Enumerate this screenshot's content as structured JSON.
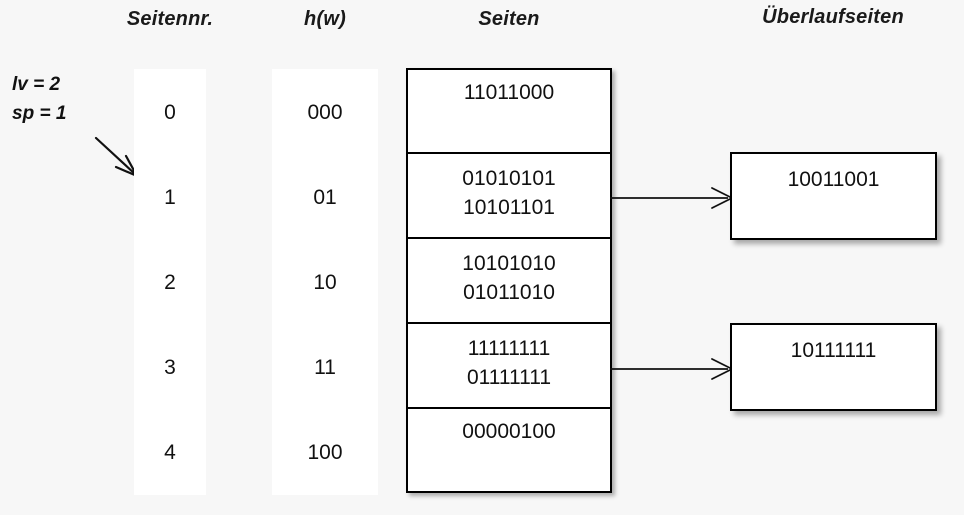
{
  "headers": {
    "seitennr": "Seitennr.",
    "hw": "h(w)",
    "seiten": "Seiten",
    "ueberlaufseiten": "Überlaufseiten"
  },
  "params": {
    "lv": "lv = 2",
    "sp": "sp = 1"
  },
  "directory": {
    "page_numbers": [
      "0",
      "1",
      "2",
      "3",
      "4"
    ],
    "hash_values": [
      "000",
      "01",
      "10",
      "11",
      "100"
    ]
  },
  "pages": [
    {
      "lines": [
        "11011000"
      ]
    },
    {
      "lines": [
        "01010101",
        "10101101"
      ]
    },
    {
      "lines": [
        "10101010",
        "01011010"
      ]
    },
    {
      "lines": [
        "11111111",
        "01111111"
      ]
    },
    {
      "lines": [
        "00000100"
      ]
    }
  ],
  "overflow_pages": [
    {
      "value": "10011001",
      "from_page_index": 1
    },
    {
      "value": "10111111",
      "from_page_index": 3
    }
  ],
  "colors": {
    "background": "#f7f7f7",
    "surface": "#ffffff",
    "stroke": "#000000",
    "text": "#111111"
  }
}
